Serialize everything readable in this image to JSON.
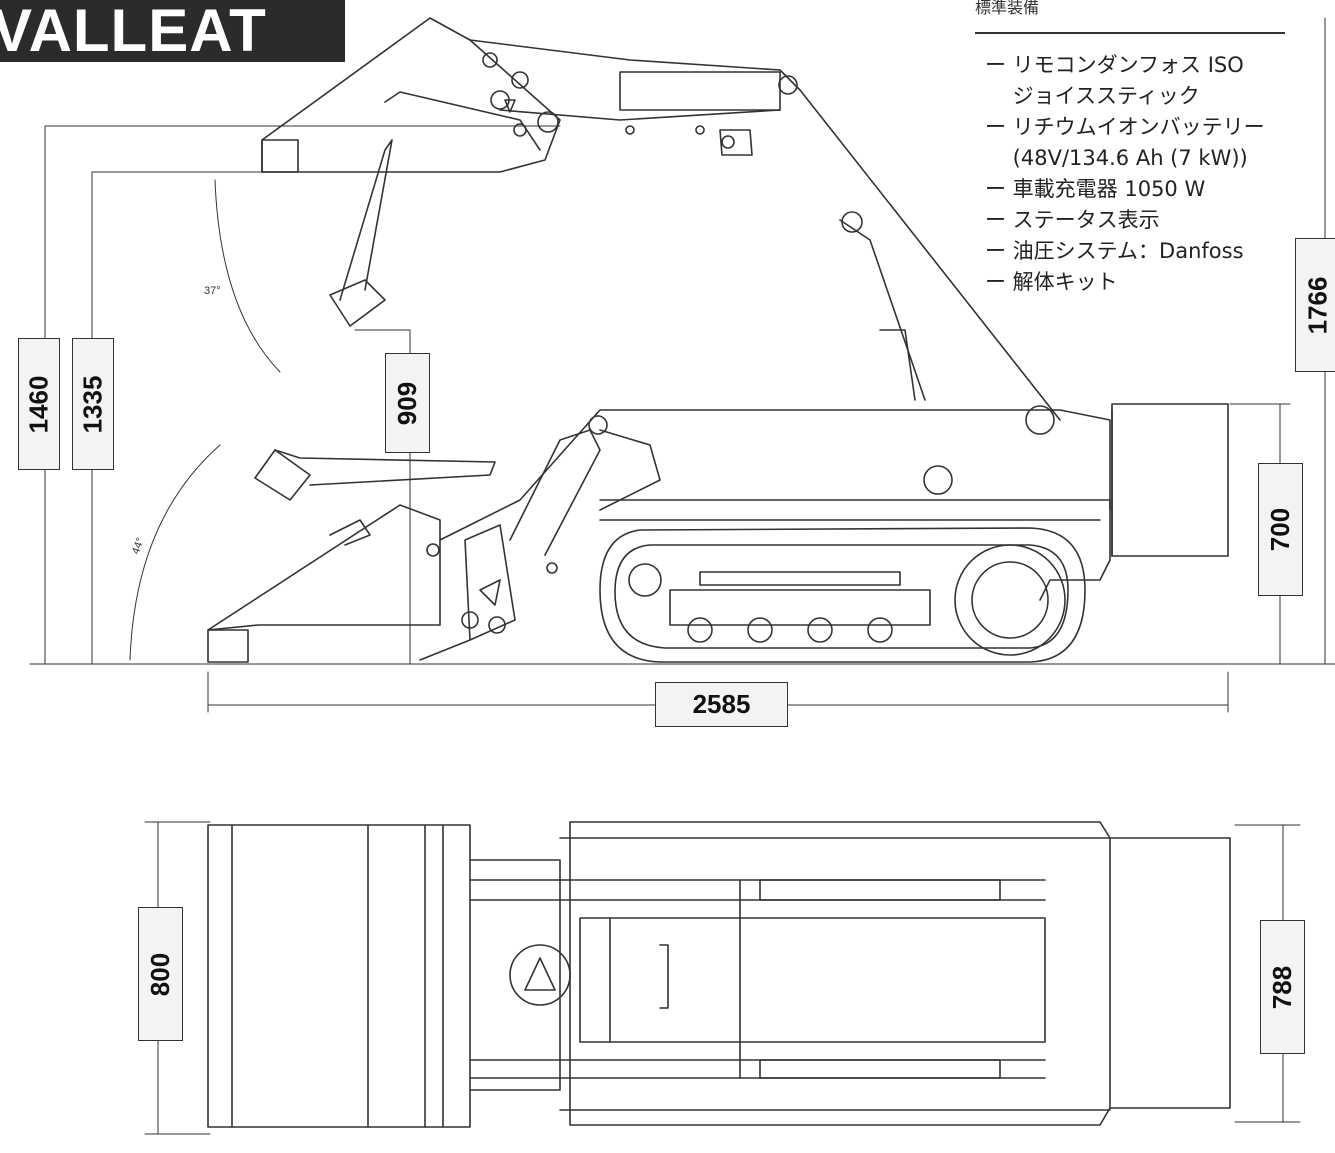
{
  "brand": {
    "name": "VALLEAT"
  },
  "equipment": {
    "title": "標準装備",
    "items": [
      "ー リモコンダンフォス ISO",
      "　 ジョイススティック",
      "ー リチウムイオンバッテリー",
      "　 (48V/134.6 Ah (7 kW))",
      "ー 車載充電器 1050 W",
      "ー ステータス表示",
      "ー 油圧システム：Danfoss",
      "ー 解体キット"
    ]
  },
  "dimensions": {
    "lift_height": "1460",
    "pin_height": "1335",
    "dump_height": "909",
    "overall_height": "1766",
    "body_height": "700",
    "overall_length": "2585",
    "bucket_width": "800",
    "track_width": "788"
  },
  "angles": {
    "dump_angle": "37°",
    "rollback_angle": "44°"
  },
  "colors": {
    "line": "#333333",
    "label_bg": "#f3f3f3",
    "brand_bg": "#2b2b2b"
  }
}
